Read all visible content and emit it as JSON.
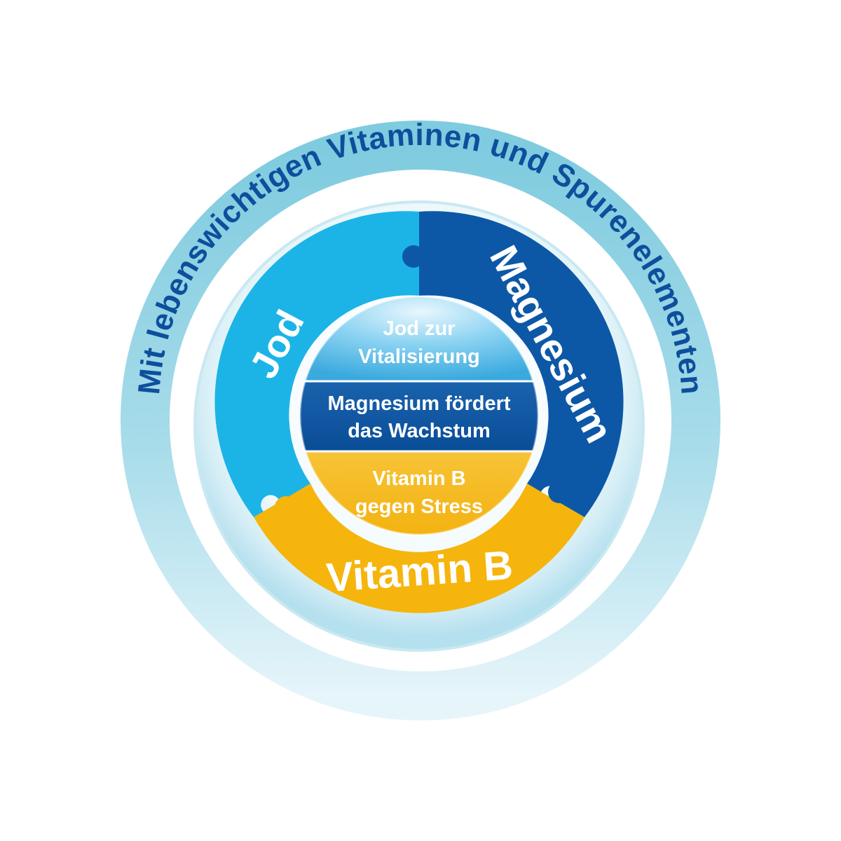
{
  "outer_ring": {
    "caption": "Mit lebenswichtigen Vitaminen und Spurenelementen"
  },
  "segments": {
    "jod": {
      "label": "Jod"
    },
    "magnesium": {
      "label": "Magnesium"
    },
    "vitamin_b": {
      "label": "Vitamin B"
    }
  },
  "center": {
    "top_line1": "Jod zur",
    "top_line2": "Vitalisierung",
    "middle_line1": "Magnesium fördert",
    "middle_line2": "das Wachstum",
    "bottom_line1": "Vitamin B",
    "bottom_line2": "gegen Stress"
  },
  "colors": {
    "jod": "#1cb4e7",
    "magnesium": "#0d58a6",
    "vitamin_b": "#f5b50d",
    "caption": "#0d4f9c",
    "ring": "#8fd1e2"
  }
}
